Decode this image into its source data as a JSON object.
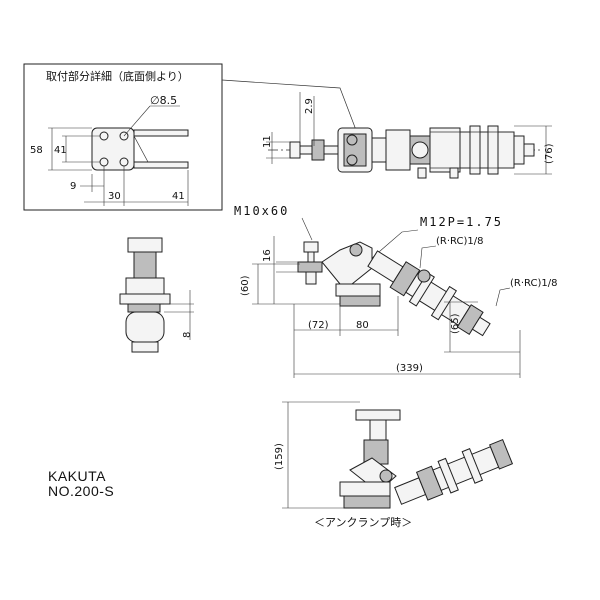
{
  "detail_box": {
    "title": "取付部分詳細（底面側より）",
    "hole_dia": "∅8.5",
    "dim_58": "58",
    "dim_41_v": "41",
    "dim_9": "9",
    "dim_30": "30",
    "dim_41_h": "41"
  },
  "top_view": {
    "dim_2_9": "2.9",
    "dim_11": "11",
    "dim_76": "(76)"
  },
  "side_view": {
    "bolt_label": "M10x60",
    "thread_label": "M12P=1.75",
    "port_label_1": "(R·RC)1/8",
    "port_label_2": "(R·RC)1/8",
    "dim_16": "16",
    "dim_60": "(60)",
    "dim_72": "(72)",
    "dim_80": "80",
    "dim_65": "(65)",
    "dim_339": "(339)"
  },
  "front_view": {
    "dim_8": "8"
  },
  "unclamp_view": {
    "dim_159": "(159)",
    "caption": "＜アンクランプ時＞"
  },
  "brand": {
    "maker": "KAKUTA",
    "model": "NO.200-S"
  }
}
